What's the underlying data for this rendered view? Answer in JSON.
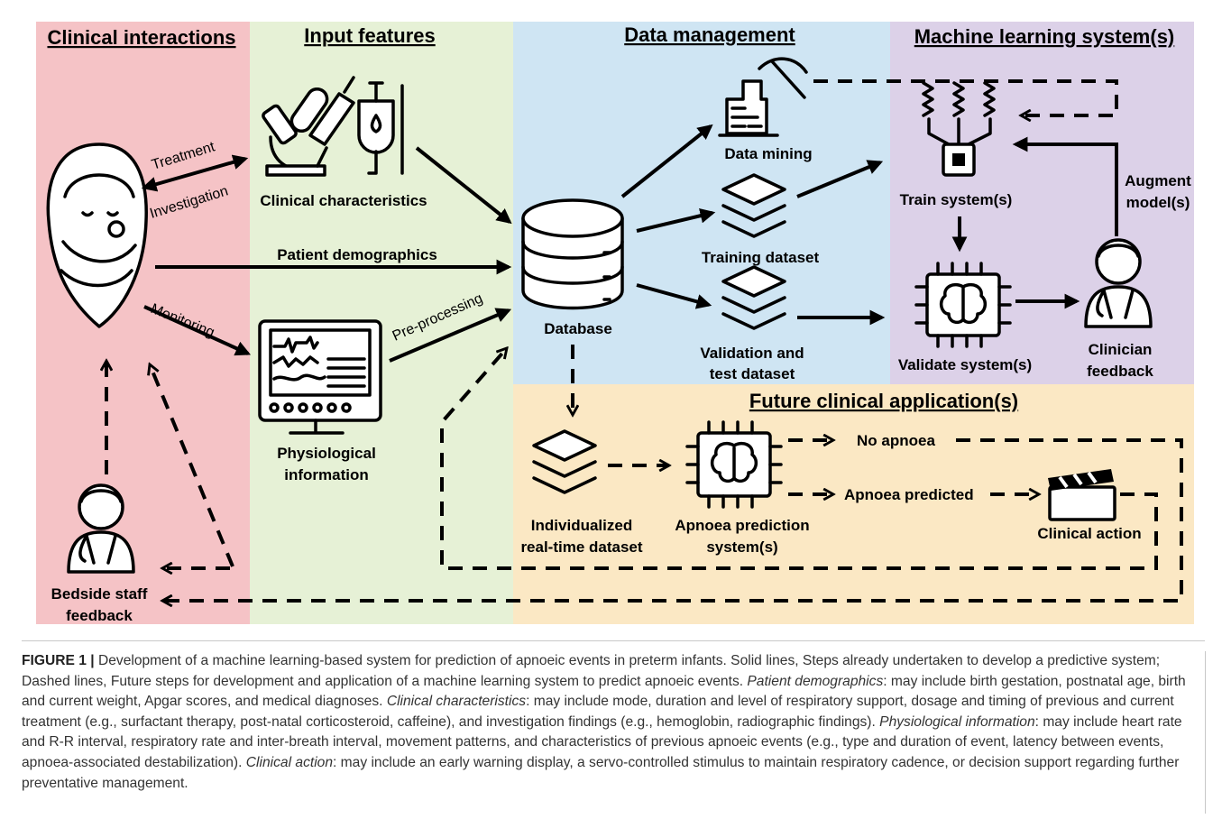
{
  "colors": {
    "clinical_panel": "#f5c3c6",
    "input_panel": "#e6f1d6",
    "data_panel": "#cfe5f3",
    "ml_panel": "#dcd1e8",
    "future_panel": "#fbe8c4"
  },
  "sections": {
    "clinical": "Clinical interactions",
    "input": "Input features",
    "data": "Data management",
    "ml": "Machine learning system(s)",
    "future": "Future clinical application(s)"
  },
  "nodes": {
    "clinical_characteristics": "Clinical characteristics",
    "physiological": [
      "Physiological",
      "information"
    ],
    "database": "Database",
    "data_mining": "Data mining",
    "training_dataset": "Training dataset",
    "validation_dataset": [
      "Validation and",
      "test dataset"
    ],
    "train_system": "Train system(s)",
    "validate_system": "Validate system(s)",
    "clinician_feedback": [
      "Clinician",
      "feedback"
    ],
    "augment_model": [
      "Augment",
      "model(s)"
    ],
    "bedside_feedback": [
      "Bedside staff",
      "feedback"
    ],
    "individualized_dataset": [
      "Individualized",
      "real-time dataset"
    ],
    "apnoea_system": [
      "Apnoea prediction",
      "system(s)"
    ],
    "no_apnoea": "No apnoea",
    "apnoea_predicted": "Apnoea predicted",
    "clinical_action": "Clinical action"
  },
  "edges": {
    "treatment": "Treatment",
    "investigation": "Investigation",
    "patient_demographics": "Patient demographics",
    "monitoring": "Monitoring",
    "preprocessing": "Pre-processing"
  },
  "icons": [
    "baby-icon",
    "lab-equipment-icon",
    "monitor-icon",
    "database-icon",
    "data-mining-icon",
    "layers-icon",
    "chip-icon",
    "brain-chip-icon",
    "clinician-icon",
    "bedside-staff-icon",
    "clapperboard-icon"
  ],
  "caption": {
    "lead": "FIGURE 1 |",
    "intro": " Development of a machine learning-based system for prediction of apnoeic events in preterm infants. Solid lines, Steps already undertaken to develop a predictive system; Dashed lines, Future steps for development and application of a machine learning system to predict apnoeic events. ",
    "t1": "Patient demographics",
    "d1": ": may include birth gestation, postnatal age, birth and current weight, Apgar scores, and medical diagnoses. ",
    "t2": "Clinical characteristics",
    "d2": ": may include mode, duration and level of respiratory support, dosage and timing of previous and current treatment (e.g., surfactant therapy, post-natal corticosteroid, caffeine), and investigation findings (e.g., hemoglobin, radiographic findings). ",
    "t3": "Physiological information",
    "d3": ": may include heart rate and R-R interval, respiratory rate and inter-breath interval, movement patterns, and characteristics of previous apnoeic events (e.g., type and duration of event, latency between events, apnoea-associated destabilization). ",
    "t4": "Clinical action",
    "d4": ": may include an early warning display, a servo-controlled stimulus to maintain respiratory cadence, or decision support regarding further preventative management."
  }
}
